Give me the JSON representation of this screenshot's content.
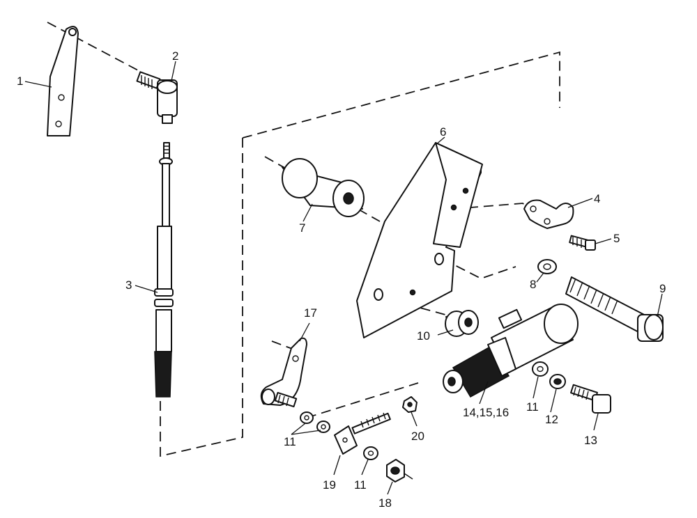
{
  "labels": {
    "p1": "1",
    "p2": "2",
    "p3": "3",
    "p4": "4",
    "p5": "5",
    "p6": "6",
    "p7": "7",
    "p8": "8",
    "p9": "9",
    "p10": "10",
    "p11a": "11",
    "p11b": "11",
    "p11c": "11",
    "p12": "12",
    "p13": "13",
    "p14": "14,15,16",
    "p17": "17",
    "p18": "18",
    "p19": "19",
    "p20": "20"
  }
}
